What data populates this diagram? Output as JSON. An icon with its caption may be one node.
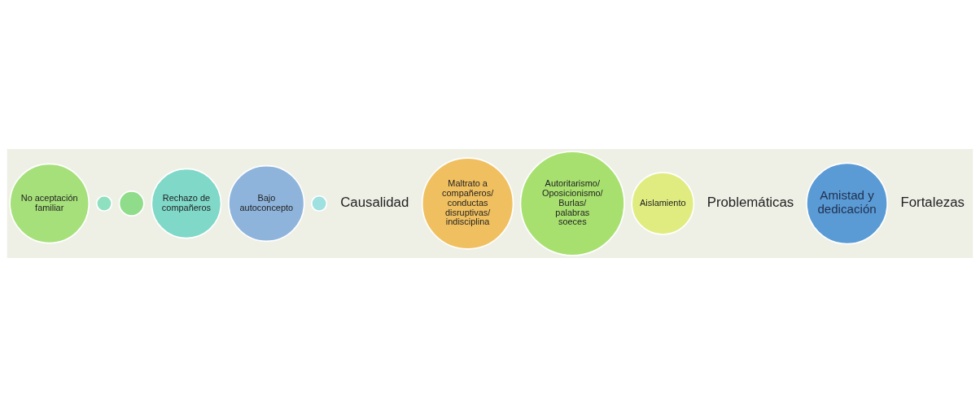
{
  "diagram": {
    "nodes": [
      {
        "text": [
          "No aceptación familiar"
        ]
      },
      {
        "text": [],
        "shape": "circle"
      },
      {
        "text": [],
        "shape": "circle"
      },
      {
        "text": [
          "Rechazo de compañeros"
        ]
      },
      {
        "text": [
          "Bajo autoconcepto"
        ]
      },
      {
        "text": [],
        "shape": "circle"
      },
      {
        "text": [
          "Maltrato a compañeros/ conductas disruptivas/ indisciplina"
        ]
      },
      {
        "text": [
          "Autoritarismo/ Oposicionismo/ Burlas/ palabras soeces"
        ]
      },
      {
        "text": [
          "Aislamiento"
        ]
      },
      {
        "text": [
          "Amistad y dedicación"
        ]
      }
    ],
    "edges": [],
    "labels": [
      "Causalidad",
      "Problemáticas",
      "Fortalezas"
    ]
  }
}
